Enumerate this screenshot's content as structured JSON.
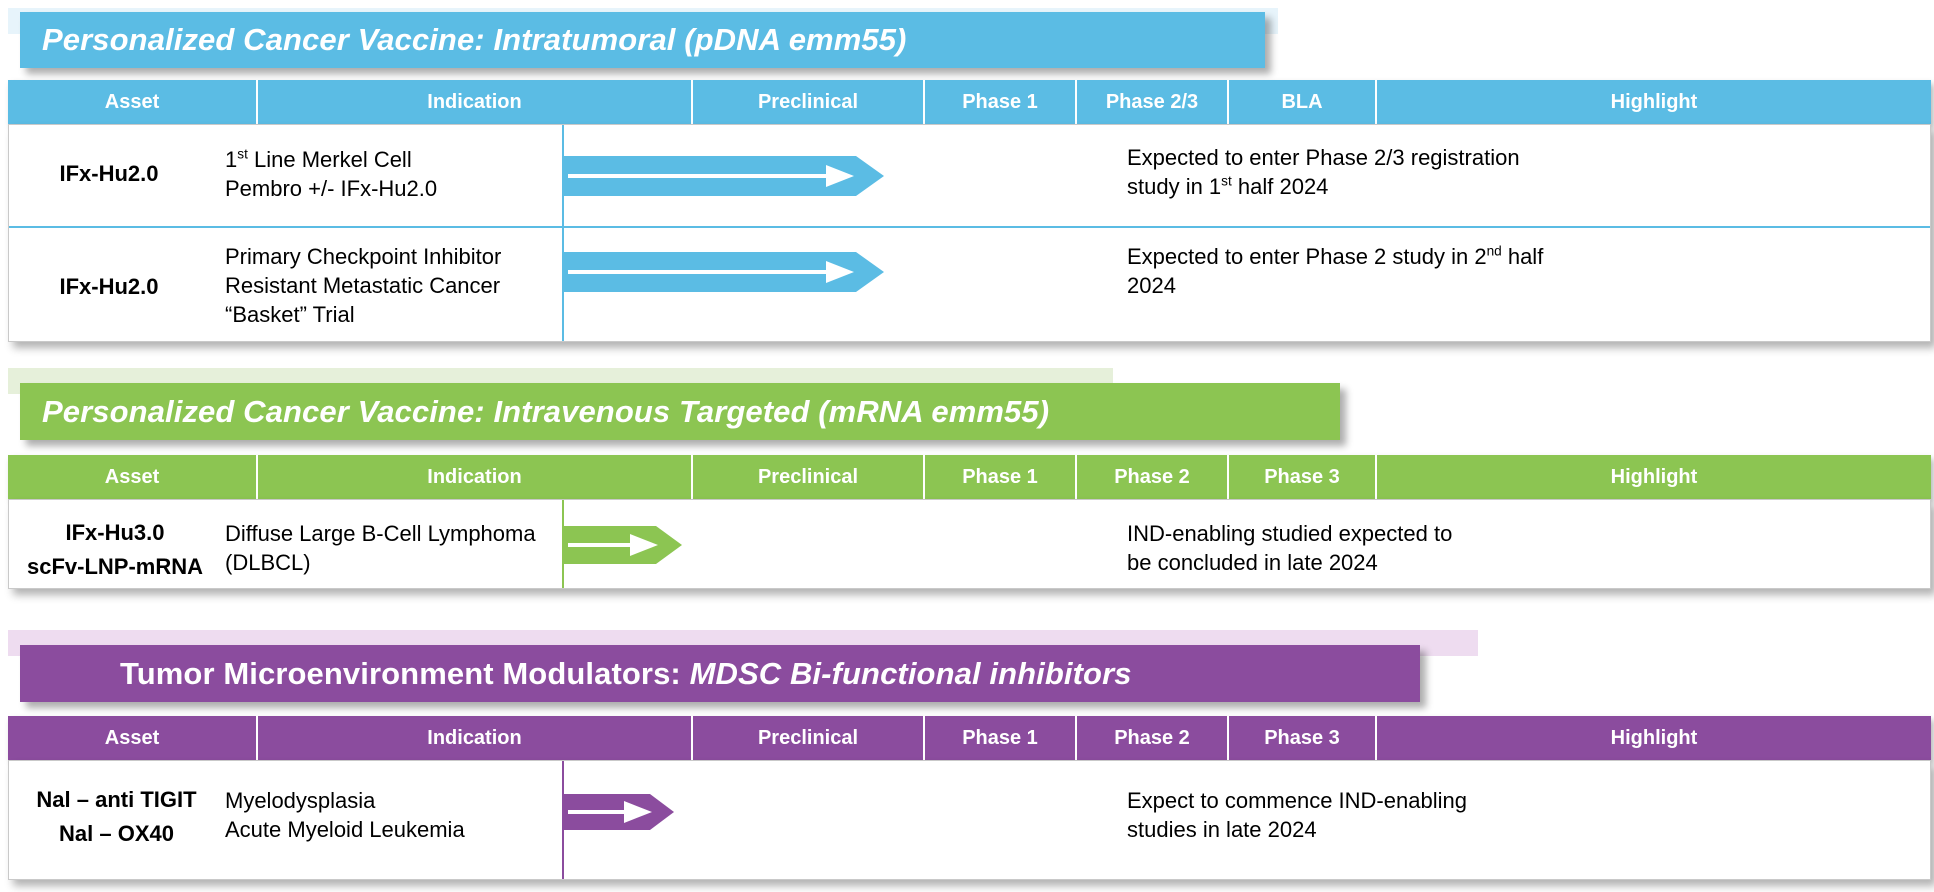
{
  "chart_data": {
    "type": "table",
    "title": "Clinical Development Pipeline",
    "sections": [
      {
        "id": "intratumoral",
        "title_regular": "",
        "title_italic": "Personalized Cancer Vaccine: Intratumoral (pDNA emm55)",
        "accent": "#5BBCE4",
        "ghost": "#e7f4fb",
        "columns": [
          "Asset",
          "Indication",
          "Preclinical",
          "Phase 1",
          "Phase 2/3",
          "BLA",
          "Highlight"
        ],
        "rows": [
          {
            "asset": "IFx-Hu2.0",
            "indication_lines": [
              "1st Line Merkel Cell",
              "Pembro +/- IFx-Hu2.0"
            ],
            "highlight_lines": [
              "Expected to enter Phase 2/3 registration",
              "study in 1st half 2024"
            ],
            "progress_stage": "Phase 1",
            "progress_value": 2
          },
          {
            "asset": "IFx-Hu2.0",
            "indication_lines": [
              "Primary Checkpoint Inhibitor",
              "Resistant Metastatic Cancer",
              "“Basket” Trial"
            ],
            "highlight_lines": [
              "Expected to enter Phase 2 study in 2nd half",
              "2024"
            ],
            "progress_stage": "Phase 1",
            "progress_value": 2
          }
        ]
      },
      {
        "id": "intravenous",
        "title_regular": "",
        "title_italic": "Personalized Cancer Vaccine: Intravenous Targeted (mRNA emm55)",
        "accent": "#8CC552",
        "ghost": "#e6f0da",
        "columns": [
          "Asset",
          "Indication",
          "Preclinical",
          "Phase 1",
          "Phase 2",
          "Phase 3",
          "Highlight"
        ],
        "rows": [
          {
            "asset_lines": [
              "IFx-Hu3.0",
              "scFv-LNP-mRNA"
            ],
            "indication_lines": [
              "Diffuse Large B-Cell Lymphoma",
              "(DLBCL)"
            ],
            "highlight_lines": [
              "IND-enabling studied expected to",
              "be concluded in late 2024"
            ],
            "progress_stage": "Preclinical",
            "progress_value": 0.55
          }
        ]
      },
      {
        "id": "tme",
        "title_regular": "Tumor Microenvironment Modulators: ",
        "title_italic": "MDSC Bi-functional inhibitors",
        "accent": "#8B4C9E",
        "ghost": "#eedcf0",
        "columns": [
          "Asset",
          "Indication",
          "Preclinical",
          "Phase 1",
          "Phase 2",
          "Phase 3",
          "Highlight"
        ],
        "rows": [
          {
            "asset_lines": [
              "Nal – anti TIGIT",
              "Nal – OX40"
            ],
            "indication_lines": [
              "Myelodysplasia",
              "Acute Myeloid Leukemia"
            ],
            "highlight_lines": [
              "Expect to commence IND-enabling",
              "studies in late 2024"
            ],
            "progress_stage": "Preclinical",
            "progress_value": 0.5
          }
        ]
      }
    ]
  },
  "s1": {
    "title": "Personalized Cancer Vaccine: Intratumoral (pDNA emm55)",
    "col_asset": "Asset",
    "col_indication": "Indication",
    "col_preclinical": "Preclinical",
    "col_phase1": "Phase 1",
    "col_phase23": "Phase 2/3",
    "col_bla": "BLA",
    "col_highlight": "Highlight",
    "r1": {
      "asset": "IFx-Hu2.0",
      "ind_a": "Line Merkel Cell",
      "ind_sup": "st",
      "ind_num": "1",
      "ind_b": "Pembro +/- IFx-Hu2.0",
      "hl_a": "Expected to enter Phase 2/3 registration",
      "hl_b_pre": "study in 1",
      "hl_b_sup": "st",
      "hl_b_post": " half 2024"
    },
    "r2": {
      "asset": "IFx-Hu2.0",
      "ind_a": "Primary Checkpoint Inhibitor",
      "ind_b": "Resistant Metastatic Cancer",
      "ind_c": "“Basket” Trial",
      "hl_a_pre": "Expected to enter Phase 2 study in 2",
      "hl_a_sup": "nd",
      "hl_a_post": " half",
      "hl_b": "2024"
    }
  },
  "s2": {
    "title": "Personalized Cancer Vaccine: Intravenous Targeted (mRNA emm55)",
    "col_asset": "Asset",
    "col_indication": "Indication",
    "col_preclinical": "Preclinical",
    "col_phase1": "Phase 1",
    "col_phase2": "Phase 2",
    "col_phase3": "Phase 3",
    "col_highlight": "Highlight",
    "r1": {
      "asset_a": "IFx-Hu3.0",
      "asset_b": "scFv-LNP-mRNA",
      "ind_a": "Diffuse Large B-Cell Lymphoma",
      "ind_b": "(DLBCL)",
      "hl_a": "IND-enabling studied expected to",
      "hl_b": "be concluded in late 2024"
    }
  },
  "s3": {
    "title_regular": "Tumor Microenvironment Modulators: ",
    "title_italic": "MDSC Bi-functional inhibitors",
    "col_asset": "Asset",
    "col_indication": "Indication",
    "col_preclinical": "Preclinical",
    "col_phase1": "Phase 1",
    "col_phase2": "Phase 2",
    "col_phase3": "Phase 3",
    "col_highlight": "Highlight",
    "r1": {
      "asset_a": "Nal – anti TIGIT",
      "asset_b": "Nal – OX40",
      "ind_a": "Myelodysplasia",
      "ind_b": "Acute Myeloid Leukemia",
      "hl_a": "Expect to commence IND-enabling",
      "hl_b": "studies in late 2024"
    }
  },
  "colors": {
    "blue": "#5BBCE4",
    "green": "#8CC552",
    "purple": "#8B4C9E",
    "blue_ghost": "#e7f4fb",
    "green_ghost": "#e6f0da",
    "purple_ghost": "#eedcf0"
  }
}
